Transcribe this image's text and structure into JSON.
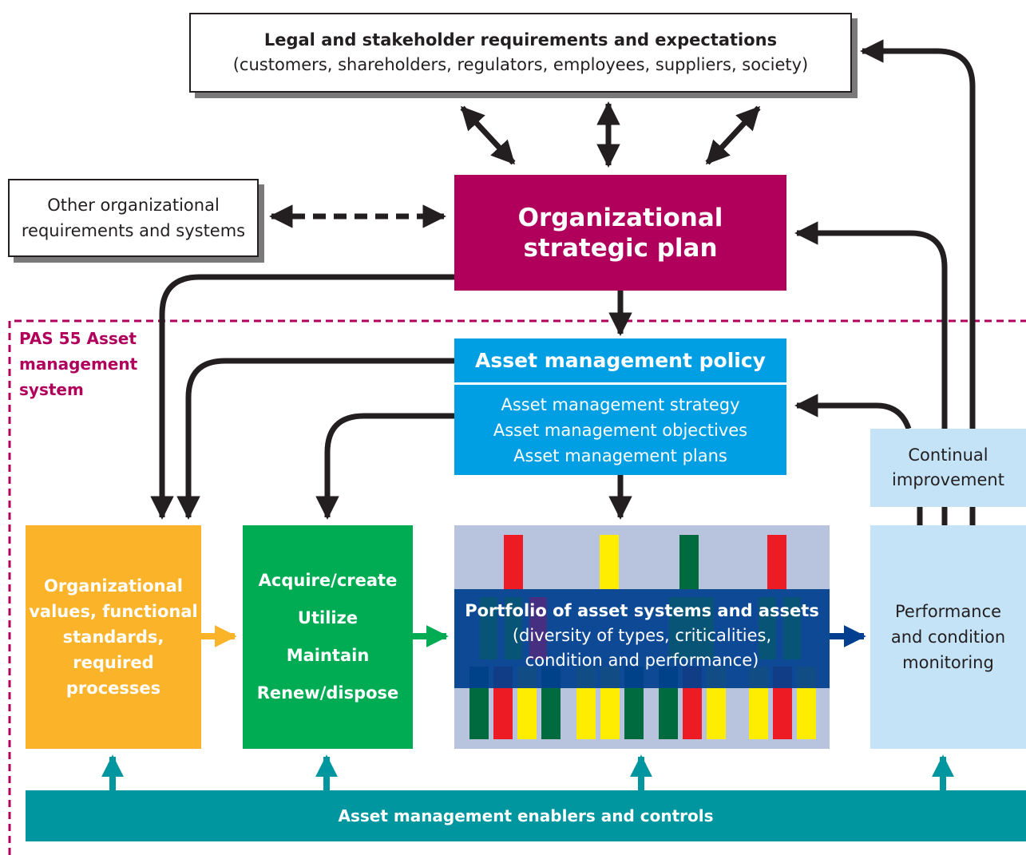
{
  "top_box": {
    "title": "Legal and stakeholder requirements and expectations",
    "subtitle": "(customers, shareholders, regulators, employees, suppliers, society)"
  },
  "other_box": {
    "line1": "Other organizational",
    "line2": "requirements and systems"
  },
  "strategic_plan": {
    "line1": "Organizational",
    "line2": "strategic plan"
  },
  "pas_label": {
    "line1": "PAS 55 Asset",
    "line2": "management",
    "line3": "system"
  },
  "policy": {
    "title": "Asset management policy",
    "items": [
      "Asset management strategy",
      "Asset management objectives",
      "Asset management plans"
    ]
  },
  "continual_improvement": {
    "line1": "Continual",
    "line2": "improvement"
  },
  "values_box": {
    "lines": [
      "Organizational",
      "values, functional",
      "standards,",
      "required",
      "processes"
    ]
  },
  "lifecycle": {
    "items": [
      "Acquire/create",
      "Utilize",
      "Maintain",
      "Renew/dispose"
    ]
  },
  "portfolio": {
    "title": "Portfolio of asset systems and assets",
    "line2": "(diversity of types, criticalities,",
    "line3": "condition and performance)"
  },
  "performance": {
    "lines": [
      "Performance",
      "and condition",
      "monitoring"
    ]
  },
  "enablers": {
    "label": "Asset management enablers and controls"
  },
  "colors": {
    "strategic": "#b0005c",
    "policy": "#009fe3",
    "values": "#fbb429",
    "lifecycle": "#00ac53",
    "light_blue": "#c4e3f7",
    "enablers": "#00969f",
    "portfolio_bg": "#b8c3dd",
    "portfolio_band": "#003f8f",
    "bar_red": "#ed1c24",
    "bar_yellow": "#ffed00",
    "bar_green": "#006b3f"
  }
}
